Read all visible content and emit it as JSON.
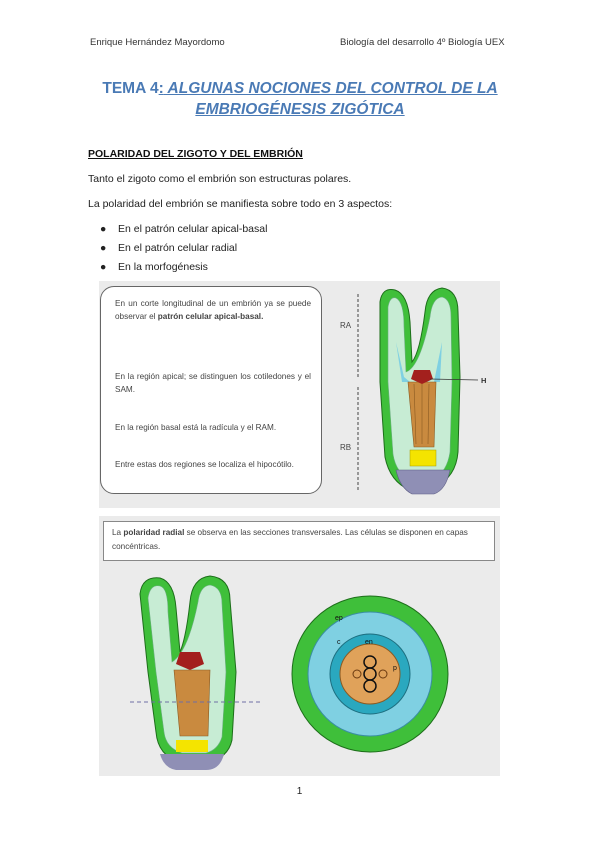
{
  "header": {
    "left": "Enrique Hernández Mayordomo",
    "right": "Biología del desarrollo 4º Biología UEX"
  },
  "title": {
    "prefix": "TEMA 4",
    "colon": ":",
    "line1": " ALGUNAS NOCIONES DEL CONTROL DE LA",
    "line2": "EMBRIOGÉNESIS ZIGÓTICA"
  },
  "section_heading": "POLARIDAD DEL ZIGOTO Y DEL EMBRIÓN",
  "paragraphs": [
    "Tanto el zigoto como el embrión son estructuras polares.",
    "La polaridad del embrión se manifiesta sobre todo en 3 aspectos:"
  ],
  "bullets": [
    "En el patrón celular apical-basal",
    "En el patrón celular radial",
    "En la morfogénesis"
  ],
  "figure1": {
    "box_lines": {
      "p1_a": "En un corte longitudinal de un embrión ya se puede observar el ",
      "p1_b": "patrón celular apical-basal.",
      "p2": "En la región apical; se distinguen los cotiledones y el SAM.",
      "p3": "En la región basal está la radícula y el RAM.",
      "p4": "Entre estas dos regiones se localiza el hipocótilo."
    },
    "labels": {
      "ra": "RA",
      "rb": "RB",
      "h": "H"
    }
  },
  "figure2": {
    "box_a": "La ",
    "box_b": "polaridad radial",
    "box_c": " se observa en las secciones transversales. Las células se disponen en capas concéntricas.",
    "labels": {
      "ep": "ep",
      "c": "c",
      "en": "en",
      "p": "p"
    }
  },
  "page_number": "1",
  "colors": {
    "title_blue": "#4a7ab5",
    "epidermis_green": "#3fbf3a",
    "cortex_cyan": "#7fd0e2",
    "ground_mint": "#c7ecd4",
    "vascular_brown": "#c98a3f",
    "meristem_red": "#a3201d",
    "root_yellow": "#f4e400",
    "cap_gray": "#8f8fb5"
  }
}
